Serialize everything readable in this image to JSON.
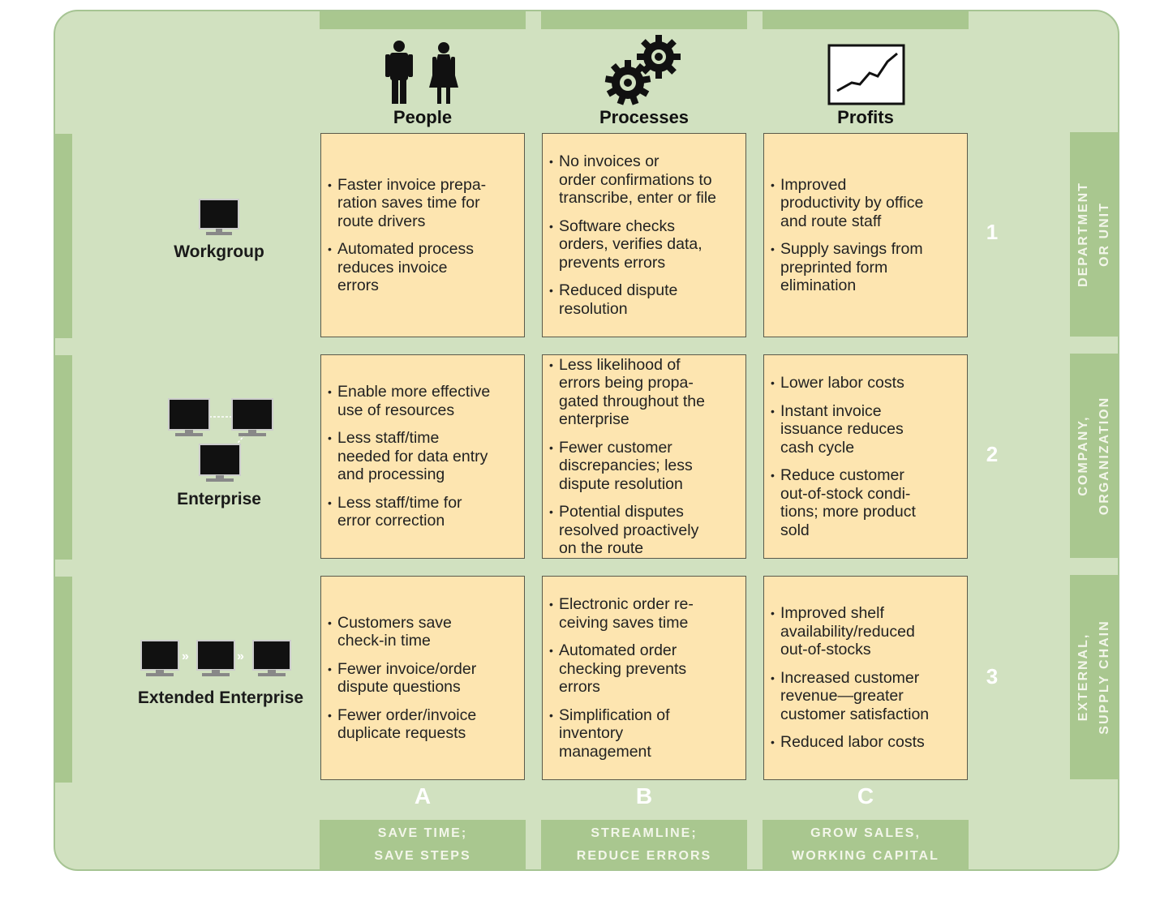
{
  "columns": [
    {
      "title": "People",
      "letter": "A",
      "bottom_label": "SAVE TIME;\nSAVE STEPS",
      "icon": "people-icon"
    },
    {
      "title": "Processes",
      "letter": "B",
      "bottom_label": "STREAMLINE;\nREDUCE ERRORS",
      "icon": "gears-icon"
    },
    {
      "title": "Profits",
      "letter": "C",
      "bottom_label": "GROW SALES,\nWORKING CAPITAL",
      "icon": "rising-chart-icon"
    }
  ],
  "rows": [
    {
      "label": "Workgroup",
      "number": "1",
      "side_label": "DEPARTMENT\nOR UNIT",
      "icon": "single-computer-icon"
    },
    {
      "label": "Enterprise",
      "number": "2",
      "side_label": "COMPANY,\nORGANIZATION",
      "icon": "networked-computers-icon"
    },
    {
      "label": "Extended Enterprise",
      "number": "3",
      "side_label": "EXTERNAL,\nSUPPLY CHAIN",
      "icon": "chained-computers-icon"
    }
  ],
  "cells": [
    [
      [
        "Faster invoice prepa-\nration saves time for\nroute drivers",
        "Automated process\nreduces invoice\nerrors"
      ],
      [
        "No invoices or\norder confirmations to\ntranscribe, enter or file",
        "Software checks\norders, verifies data,\nprevents errors",
        "Reduced dispute\nresolution"
      ],
      [
        "Improved\nproductivity by office\nand route staff",
        "Supply savings from\npreprinted form\nelimination"
      ]
    ],
    [
      [
        "Enable more effective\nuse of resources",
        "Less staff/time\nneeded for data entry\nand processing",
        "Less staff/time for\nerror correction"
      ],
      [
        "Less likelihood of\nerrors being propa-\ngated throughout the\nenterprise",
        "Fewer customer\ndiscrepancies; less\ndispute resolution",
        "Potential disputes\nresolved proactively\non the route"
      ],
      [
        "Lower labor costs",
        "Instant invoice\nissuance reduces\ncash cycle",
        "Reduce customer\nout-of-stock condi-\ntions; more product\nsold"
      ]
    ],
    [
      [
        "Customers save\ncheck-in time",
        "Fewer invoice/order\ndispute questions",
        "Fewer order/invoice\nduplicate requests"
      ],
      [
        "Electronic order re-\nceiving saves time",
        "Automated order\nchecking prevents\nerrors",
        "Simplification of\ninventory\nmanagement"
      ],
      [
        "Improved shelf\navailability/reduced\nout-of-stocks",
        "Increased customer\nrevenue—greater\ncustomer satisfaction",
        "Reduced labor costs"
      ]
    ]
  ],
  "colors": {
    "background": "#d1e1c0",
    "strip": "#a9c78f",
    "cell_fill": "#fde5b0",
    "cell_border": "#5a5a4a"
  }
}
